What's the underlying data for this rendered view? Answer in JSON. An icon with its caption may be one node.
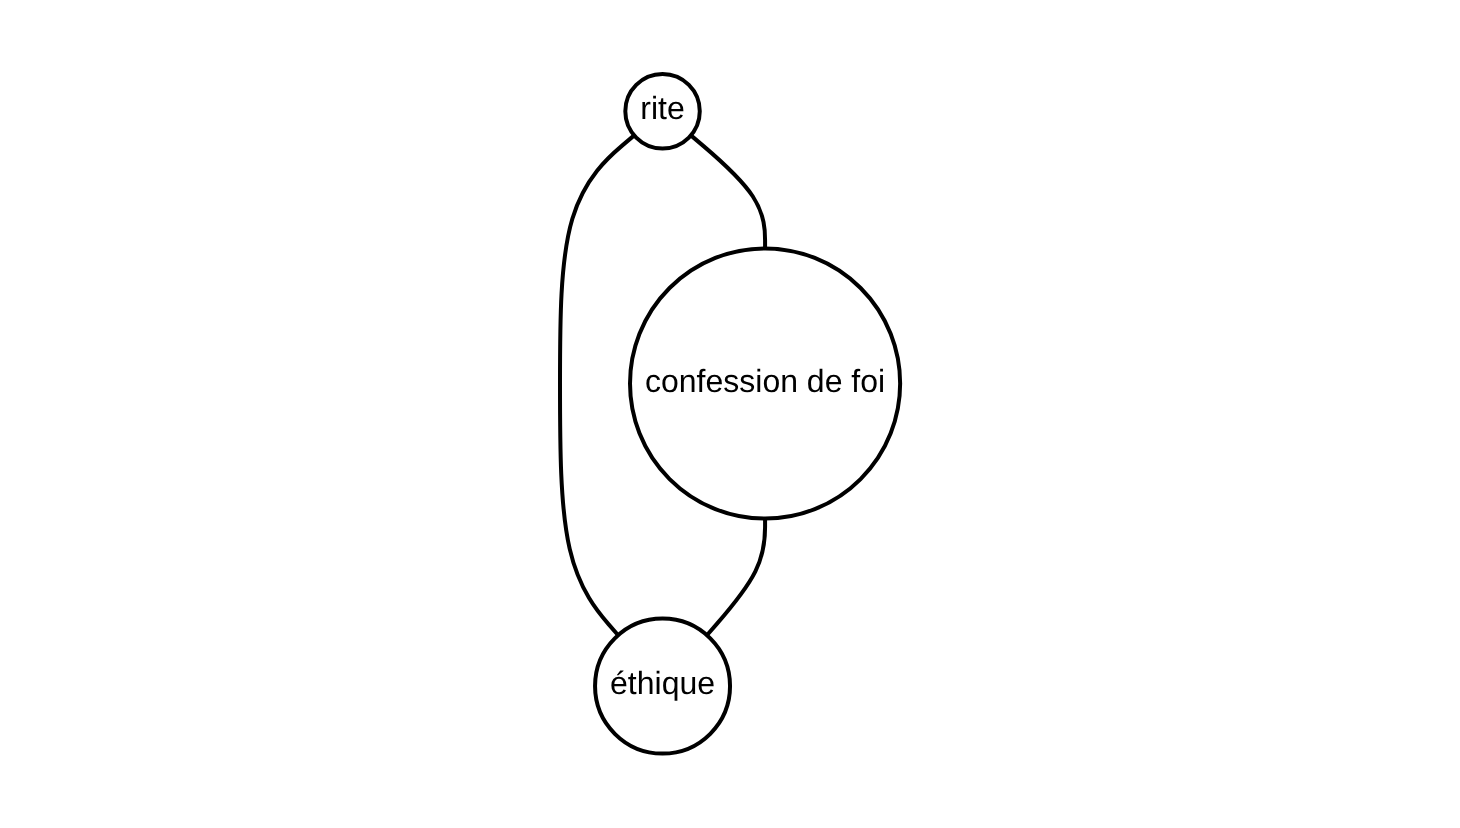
{
  "diagram": {
    "nodes": [
      {
        "text": [
          "rite"
        ]
      },
      {
        "text": [
          "confession de foi"
        ]
      },
      {
        "text": [
          "éthique"
        ]
      }
    ],
    "edges": [
      {
        "from": 0,
        "to": 1,
        "arrow": "none"
      },
      {
        "from": 0,
        "to": 2,
        "arrow": "none"
      },
      {
        "from": 1,
        "to": 2,
        "arrow": "none"
      }
    ]
  }
}
